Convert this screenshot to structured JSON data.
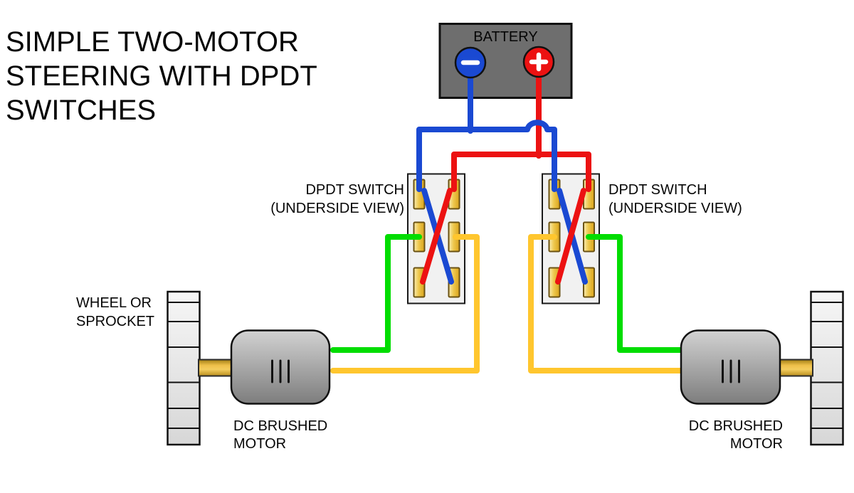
{
  "title": {
    "line1": "SIMPLE TWO-MOTOR",
    "line2": "STEERING WITH DPDT",
    "line3": "SWITCHES"
  },
  "battery": {
    "label": "BATTERY",
    "negative_symbol": "-",
    "positive_symbol": "+"
  },
  "switches": {
    "left": {
      "label_line1": "DPDT SWITCH",
      "label_line2": "(UNDERSIDE VIEW)"
    },
    "right": {
      "label_line1": "DPDT SWITCH",
      "label_line2": "(UNDERSIDE VIEW)"
    }
  },
  "wheel_label": {
    "line1": "WHEEL OR",
    "line2": "SPROCKET"
  },
  "motors": {
    "left": {
      "label_line1": "DC BRUSHED",
      "label_line2": "MOTOR"
    },
    "right": {
      "label_line1": "DC BRUSHED",
      "label_line2": "MOTOR"
    }
  },
  "icons": {
    "minus_icon": "battery negative terminal",
    "plus_icon": "battery positive terminal"
  },
  "colors": {
    "wire_negative_blue": "#1a49d2",
    "wire_positive_red": "#ec1212",
    "wire_motor_green": "#00dd00",
    "wire_motor_yellow": "#ffc62e",
    "battery_body": "#6e6e6e",
    "switch_body": "#f1f1f1",
    "pin_gold": "#e8bc3a",
    "motor_gray": "#a9a9a9",
    "wheel_gray": "#e6e6e6"
  }
}
